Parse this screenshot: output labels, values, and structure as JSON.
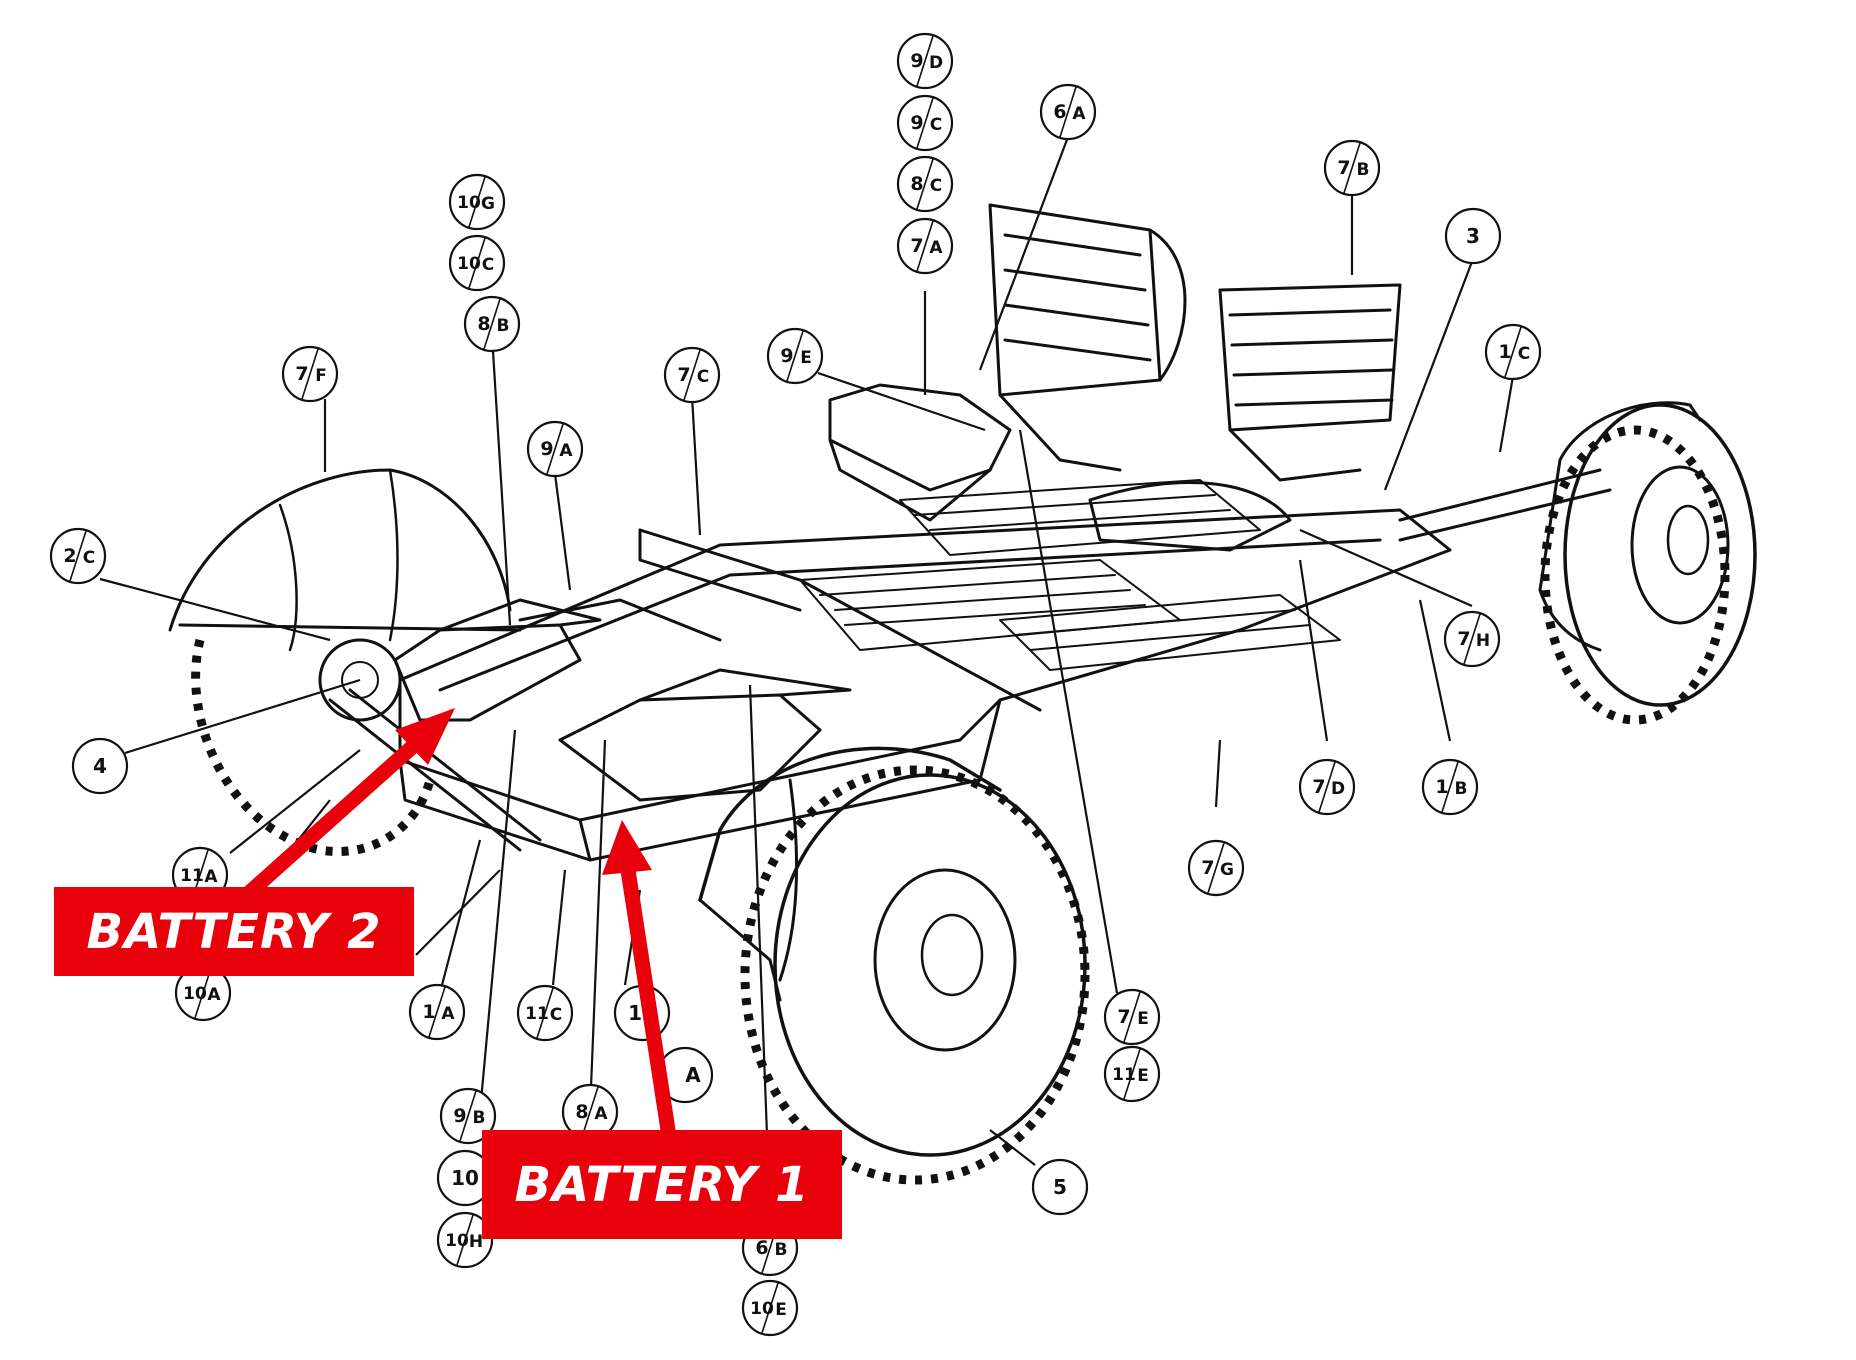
{
  "labels": {
    "battery2": "BATTERY 2",
    "battery1": "BATTERY 1"
  },
  "callouts": [
    {
      "num": "9",
      "letter": "D"
    },
    {
      "num": "9",
      "letter": "C"
    },
    {
      "num": "8",
      "letter": "C"
    },
    {
      "num": "7",
      "letter": "A"
    },
    {
      "num": "6",
      "letter": "A"
    },
    {
      "num": "7",
      "letter": "B"
    },
    {
      "num": "3",
      "letter": ""
    },
    {
      "num": "1",
      "letter": "C"
    },
    {
      "num": "10",
      "letter": "G"
    },
    {
      "num": "10",
      "letter": "C"
    },
    {
      "num": "8",
      "letter": "B"
    },
    {
      "num": "7",
      "letter": "F"
    },
    {
      "num": "7",
      "letter": "C"
    },
    {
      "num": "9",
      "letter": "E"
    },
    {
      "num": "9",
      "letter": "A"
    },
    {
      "num": "2",
      "letter": "C"
    },
    {
      "num": "4",
      "letter": ""
    },
    {
      "num": "11",
      "letter": "A"
    },
    {
      "num": "10",
      "letter": "A"
    },
    {
      "num": "1",
      "letter": "A"
    },
    {
      "num": "11",
      "letter": "C"
    },
    {
      "num": "11",
      "letter": ""
    },
    {
      "num": "",
      "letter": "A"
    },
    {
      "num": "9",
      "letter": "B"
    },
    {
      "num": "8",
      "letter": "A"
    },
    {
      "num": "10",
      "letter": ""
    },
    {
      "num": "10",
      "letter": "H"
    },
    {
      "num": "6",
      "letter": "B"
    },
    {
      "num": "10",
      "letter": "E"
    },
    {
      "num": "5",
      "letter": ""
    },
    {
      "num": "7",
      "letter": "E"
    },
    {
      "num": "11",
      "letter": "E"
    },
    {
      "num": "7",
      "letter": "G"
    },
    {
      "num": "7",
      "letter": "D"
    },
    {
      "num": "1",
      "letter": "B"
    },
    {
      "num": "7",
      "letter": "H"
    }
  ],
  "colors": {
    "accent": "#e8000b",
    "ink": "#111111",
    "paper": "#ffffff"
  }
}
